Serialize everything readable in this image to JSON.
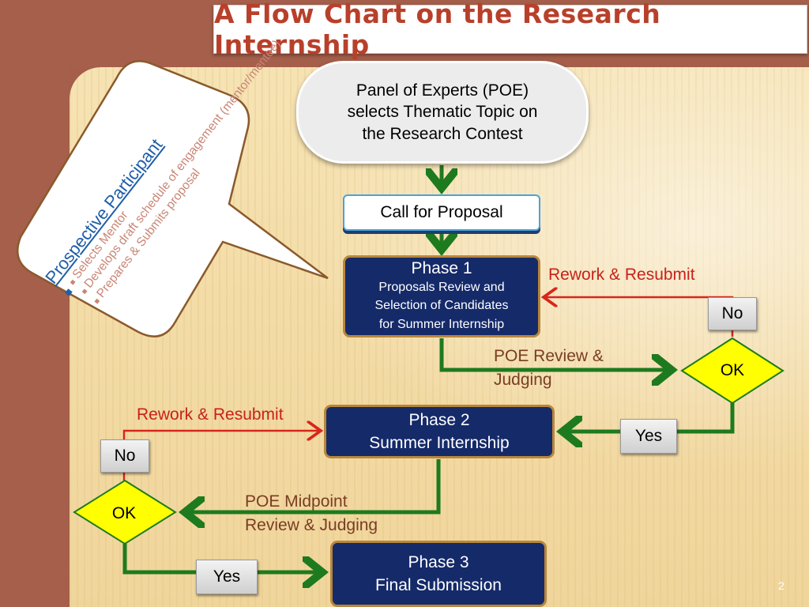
{
  "title": "A Flow Chart on the Research Internship",
  "callout": {
    "heading": "Prospective Participant",
    "items": [
      "Selects Mentor",
      "Develops draft  schedule of engagement (mentor/mentee)",
      "Prepares & Submits proposal"
    ]
  },
  "nodes": {
    "poe": [
      "Panel of Experts (POE)",
      "selects Thematic Topic on",
      "the Research Contest"
    ],
    "call": "Call for Proposal",
    "phase1": {
      "title": "Phase 1",
      "lines": [
        "Proposals  Review and",
        "Selection of Candidates",
        "for Summer Internship"
      ]
    },
    "phase2": [
      "Phase 2",
      "Summer Internship"
    ],
    "phase3": [
      "Phase 3",
      "Final  Submission"
    ]
  },
  "decisions": {
    "ok1": "OK",
    "ok2": "OK"
  },
  "buttons": {
    "no1": "No",
    "yes1": "Yes",
    "no2": "No",
    "yes2": "Yes"
  },
  "labels": {
    "rework1": "Rework & Resubmit",
    "rework2": "Rework & Resubmit",
    "judging1": [
      "POE Review &",
      "Judging"
    ],
    "judging2": [
      "POE Midpoint",
      "Review & Judging"
    ]
  },
  "page_number": "2",
  "colors": {
    "title": "#b8402a",
    "phase_fill": "#152a69",
    "arrow_green": "#1e7a1e",
    "arrow_red": "#d8261b",
    "diamond_fill": "#ffff00"
  }
}
